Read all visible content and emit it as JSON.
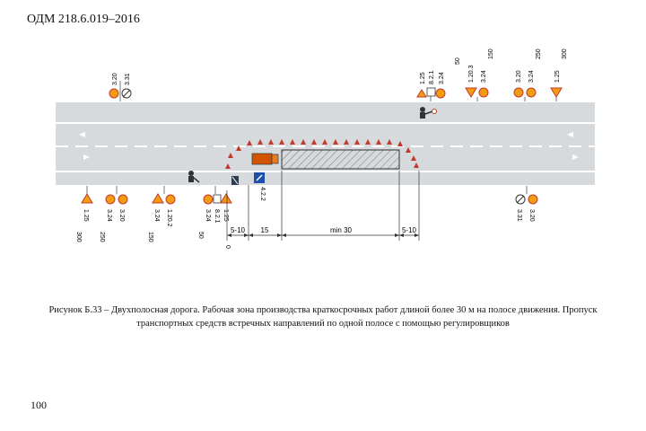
{
  "header": "ОДМ 218.6.019–2016",
  "caption": {
    "line1": "Рисунок Б.33 – Двухполосная дорога. Рабочая зона производства краткосрочных работ длиной более 30 м на полосе движения. Пропуск",
    "line2": "транспортных средств встречных направлений по одной полосе с помощью регулировщиков"
  },
  "page_number": "100",
  "dimensions": [
    "5-10",
    "15",
    "min 30",
    "5-10"
  ],
  "sign_4_2_2_label": "4.2.2",
  "top_groups": [
    {
      "labels": [
        "3.20",
        "3.31"
      ],
      "distance": ""
    },
    {
      "labels": [
        "1.25",
        "8.2.1",
        "3.24"
      ],
      "distance": "50"
    },
    {
      "labels": [
        "1.20.3",
        "3.24"
      ],
      "distance": "150"
    },
    {
      "labels": [
        "3.20",
        "3.24"
      ],
      "distance": "250"
    },
    {
      "labels": [
        "1.25"
      ],
      "distance": "300"
    }
  ],
  "bottom_groups": [
    {
      "labels": [
        "1.25"
      ],
      "distance": "300"
    },
    {
      "labels": [
        "3.24",
        "3.20"
      ],
      "distance": "250"
    },
    {
      "labels": [
        "3.24",
        "1.20.2"
      ],
      "distance": "150"
    },
    {
      "labels": [
        "3.24",
        "8.2.1",
        "1.25"
      ],
      "distance": "50"
    },
    {
      "labels": [],
      "distance": "0"
    },
    {
      "labels": [
        "3.31",
        "3.20"
      ],
      "distance": ""
    }
  ]
}
